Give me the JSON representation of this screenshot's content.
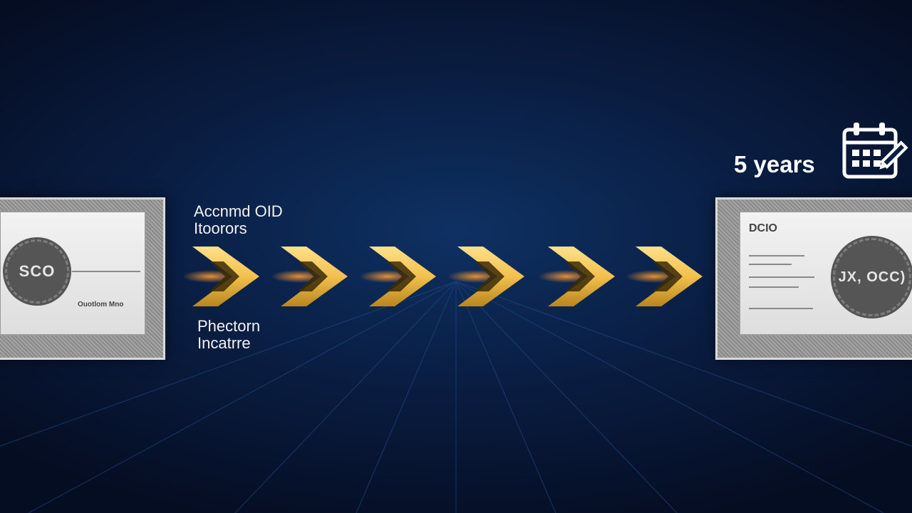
{
  "labels": {
    "top": [
      "Accnmd  OID",
      "Itoorors"
    ],
    "bottom": [
      "Phectorn",
      "Incatrre"
    ]
  },
  "left_certificate": {
    "seal_text": "SCO",
    "line_text": "Ouotlom Mno"
  },
  "right_certificate": {
    "header_text": "DCIO",
    "seal_text": "JX, OCC)"
  },
  "duration_label": "5 years",
  "colors": {
    "background": "#0a1f45",
    "arrow_gold": "#f2c14e",
    "arrow_glow": "#ff9a2e",
    "certificate_frame": "#9a9a9a"
  },
  "icons": [
    "certificate",
    "chevron-right-arrow",
    "calendar-edit-icon"
  ]
}
